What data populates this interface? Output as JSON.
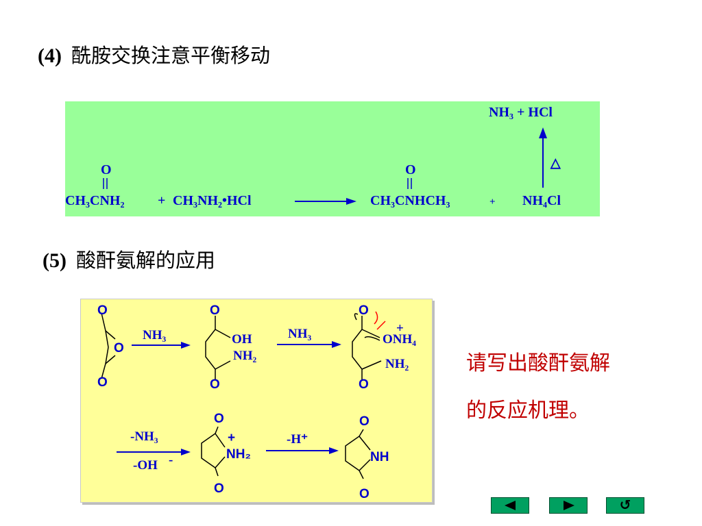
{
  "section4": {
    "number": "(4)",
    "title": "酰胺交换注意平衡移动"
  },
  "reaction1": {
    "top_products": "NH₃ + HCl",
    "heat_symbol": "△",
    "o1": "O",
    "o2": "O",
    "reactant1": "CH₃CNH₂",
    "plus1": "+",
    "reactant2": "CH₃NH₂•HCl",
    "product1": "CH₃CNHCH₃",
    "plus2": "+",
    "product2": "NH₄Cl"
  },
  "section5": {
    "number": "(5)",
    "title": "酸酐氨解的应用"
  },
  "reaction2": {
    "reagent1": "NH₃",
    "reagent2": "NH₃",
    "reagent3_top": "-NH₃",
    "reagent3_bottom": "-OH",
    "reagent3_bottom_charge": "-",
    "reagent4": "-H⁺",
    "label_oh": "OH",
    "label_nh2": "NH₂",
    "label_onh4": "ONH₄",
    "label_nh2b": "NH₂",
    "label_nh2c": "NH₂",
    "label_nh": "NH",
    "atom_o": "O",
    "plus_charge": "+"
  },
  "prompt": {
    "line1": "请写出酸酐氨解",
    "line2": "的反应机理。"
  },
  "nav": {
    "prev_icon": "triangle-left",
    "next_icon": "triangle-right",
    "return_symbol": "↺"
  },
  "colors": {
    "chem": "#0000cc",
    "panel1": "#99ff99",
    "panel2": "#ffff99",
    "note": "#c00000",
    "nav": "#00a060",
    "arrow_red": "#ff0000"
  }
}
